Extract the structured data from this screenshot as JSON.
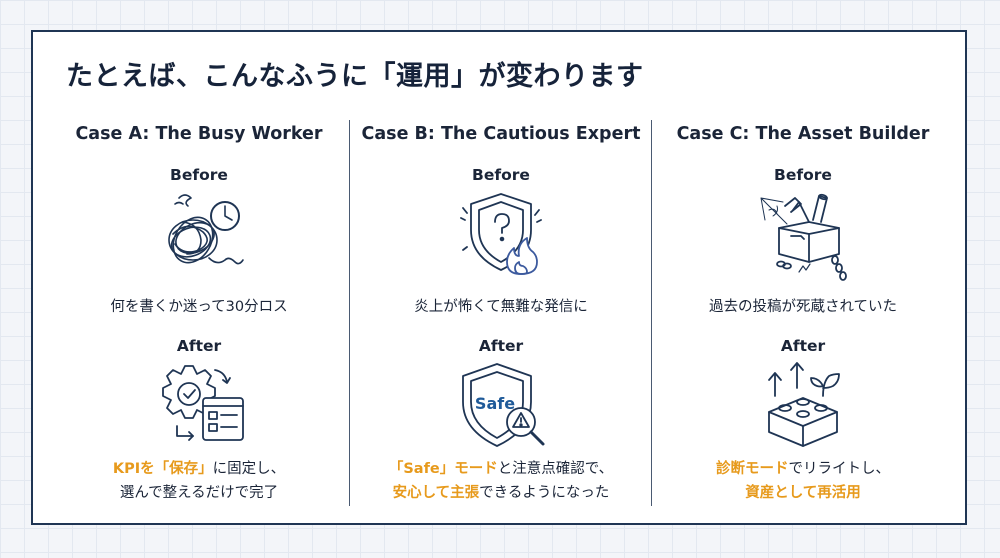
{
  "title": "たとえば、こんなふうに「運用」が変わります",
  "labels": {
    "before": "Before",
    "after": "After"
  },
  "colors": {
    "navy": "#1f3554",
    "accent": "#e79a1c",
    "flame": "#3c5a9e"
  },
  "cases": [
    {
      "title": "Case A: The Busy Worker",
      "before_icon": "tangled-thread-clock-icon",
      "before_text": "何を書くか迷って30分ロス",
      "after_icon": "gear-checklist-window-icon",
      "after": {
        "l1_a": "KPIを「保存」",
        "l1_b": "に固定し、",
        "l2": "選んで整えるだけで完了"
      }
    },
    {
      "title": "Case B: The Cautious Expert",
      "before_icon": "shield-question-flame-icon",
      "before_text": "炎上が怖くて無難な発信に",
      "after_icon": "safe-shield-magnifier-icon",
      "after_shield_text": "Safe",
      "after": {
        "l1_a": "「Safe」モード",
        "l1_b": "と注意点確認で、",
        "l2_a": "安心して主張",
        "l2_b": "できるようになった"
      }
    },
    {
      "title": "Case C: The Asset Builder",
      "before_icon": "chained-box-cobweb-icon",
      "before_text": "過去の投稿が死蔵されていた",
      "after_icon": "blocks-growth-arrows-icon",
      "after": {
        "l1_a": "診断モード",
        "l1_b": "でリライトし、",
        "l2": "資産として再活用"
      }
    }
  ]
}
